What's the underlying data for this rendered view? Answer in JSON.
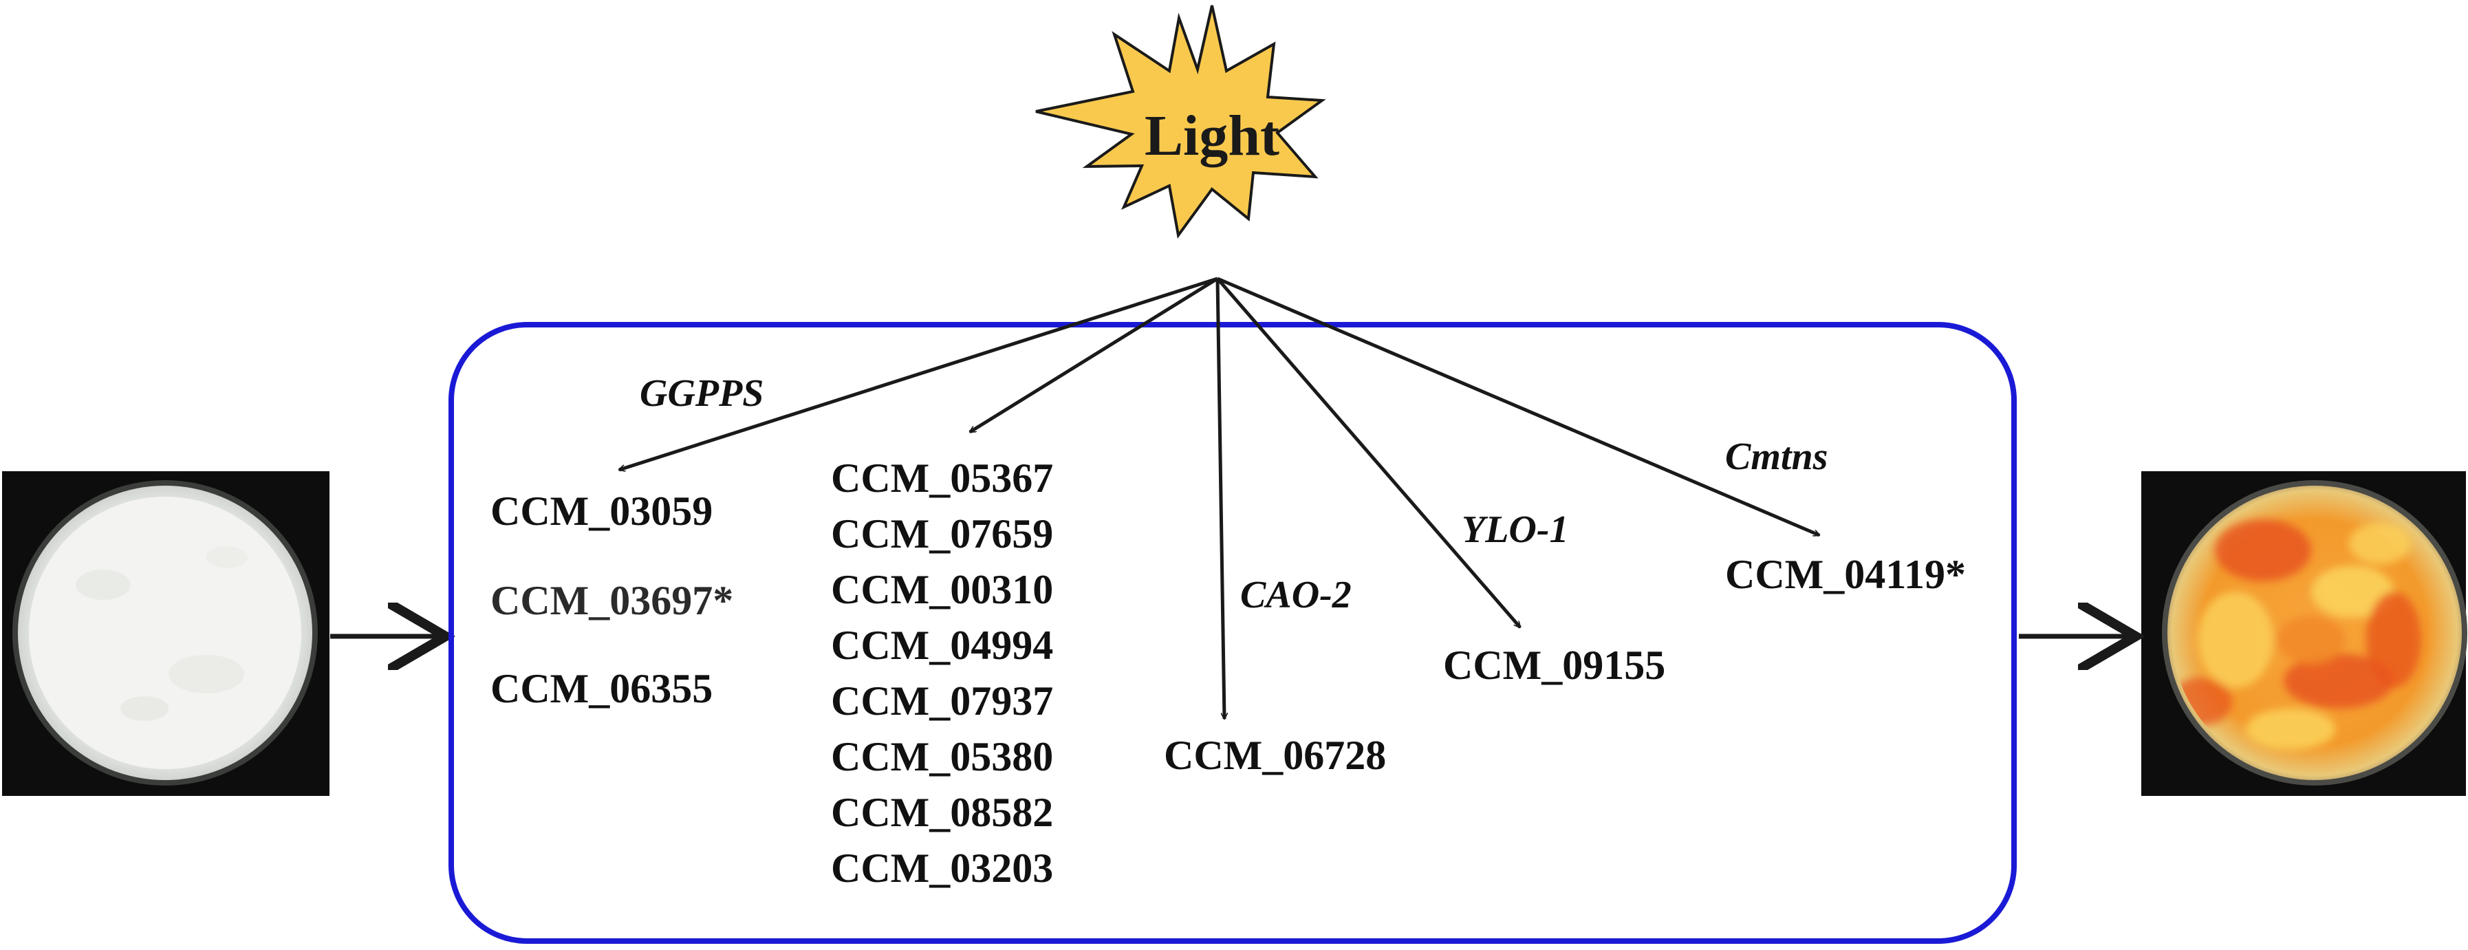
{
  "stimulus": {
    "label": "Light",
    "color": "#f9c94e"
  },
  "pathway_box": {
    "border_color": "#1a1ad6"
  },
  "enzymes": {
    "ggpps": "GGPPS",
    "cao2": "CAO-2",
    "ylo1": "YLO-1",
    "cmtns": "Cmtns"
  },
  "genes": {
    "ggpps_group": [
      "CCM_03059",
      "CCM_03697*",
      "CCM_06355"
    ],
    "unlabeled_group": [
      "CCM_05367",
      "CCM_07659",
      "CCM_00310",
      "CCM_04994",
      "CCM_07937",
      "CCM_05380",
      "CCM_08582",
      "CCM_03203"
    ],
    "cao2_group": [
      "CCM_06728"
    ],
    "ylo1_group": [
      "CCM_09155"
    ],
    "cmtns_group": [
      "CCM_04119*"
    ]
  },
  "images": {
    "before": "white-mycelium-plate",
    "after": "orange-pigmented-plate",
    "after_colors": [
      "#f5a623",
      "#e8551c",
      "#fbd35b"
    ]
  }
}
